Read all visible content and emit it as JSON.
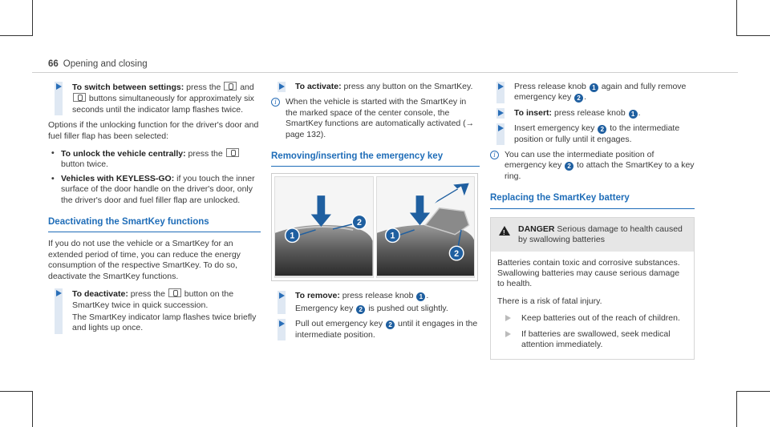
{
  "header": {
    "page_number": "66",
    "section_title": "Opening and closing"
  },
  "col1": {
    "step1": {
      "lead": "To switch between settings:",
      "text_a": " press the ",
      "text_b": " and ",
      "text_c": " buttons simultaneously for approximately six seconds until the indicator lamp flashes twice."
    },
    "para1": "Options if the unlocking function for the driver's door and fuel filler flap has been selected:",
    "bullets": [
      {
        "lead": "To unlock the vehicle centrally:",
        "text_a": " press the ",
        "text_b": " button twice."
      },
      {
        "lead": "Vehicles with KEYLESS-GO:",
        "text_a": " if you touch the inner surface of the door handle on the driver's door, only the driver's door and fuel filler flap are unlocked."
      }
    ],
    "heading": "Deactivating the SmartKey functions",
    "para2": "If you do not use the vehicle or a SmartKey for an extended period of time, you can reduce the energy consumption of the respective SmartKey. To do so, deactivate the SmartKey functions.",
    "step2": {
      "lead": "To deactivate:",
      "text_a": " press the ",
      "text_b": " button on the SmartKey twice in quick succession.",
      "text_c": "The SmartKey indicator lamp flashes twice briefly and lights up once."
    }
  },
  "col2": {
    "step1": {
      "lead": "To activate:",
      "text": " press any button on the SmartKey."
    },
    "note1": "When the vehicle is started with the SmartKey in the marked space of the center console, the SmartKey functions are automatically activated (→ page 132).",
    "heading": "Removing/inserting the emergency key",
    "figure": {
      "c1": "1",
      "c2": "2"
    },
    "step2": {
      "lead": "To remove:",
      "text_a": " press release knob ",
      "text_b": ".",
      "text_c": "Emergency key ",
      "text_d": " is pushed out slightly."
    },
    "step3": {
      "text_a": "Pull out emergency key ",
      "text_b": " until it engages in the intermediate position."
    }
  },
  "col3": {
    "step1": {
      "text_a": "Press release knob ",
      "text_b": " again and fully remove emergency key ",
      "text_c": "."
    },
    "step2": {
      "lead": "To insert:",
      "text_a": " press release knob ",
      "text_b": "."
    },
    "step3": {
      "text_a": "Insert emergency key ",
      "text_b": " to the intermediate position or fully until it engages."
    },
    "note1": {
      "text_a": "You can use the intermediate position of emergency key ",
      "text_b": " to attach the SmartKey to a key ring."
    },
    "heading": "Replacing the SmartKey battery",
    "danger": {
      "label": "DANGER",
      "head_text": " Serious damage to health caused by swallowing batteries",
      "body": "Batteries contain toxic and corrosive substances. Swallowing batteries may cause serious damage to health.",
      "body2": "There is a risk of fatal injury.",
      "step1": "Keep batteries out of the reach of children.",
      "step2": "If batteries are swallowed, seek medical attention immediately."
    }
  },
  "markers": {
    "one": "1",
    "two": "2"
  },
  "colors": {
    "accent": "#1f6db8",
    "marker": "#1f5fa0",
    "step_bar": "#dfe8f3"
  },
  "icons": {
    "step": "arrow-right-icon",
    "info": "info-icon",
    "warning": "warning-triangle-icon",
    "key_button": "lock-button-icon"
  }
}
